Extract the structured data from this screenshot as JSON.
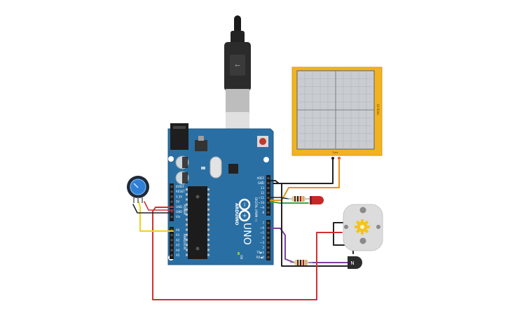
{
  "board": {
    "brand": "ARDUINO",
    "model": "UNO",
    "power_header_title": "POWER",
    "analog_header_title": "ANALOG IN",
    "digital_header_title": "DIGITAL (PWM ~)",
    "on_label": "ON",
    "power_pins": [
      "IOREF",
      "RESET",
      "3.3V",
      "5V",
      "GND",
      "GND",
      "Vin"
    ],
    "analog_pins": [
      "A0",
      "A1",
      "A2",
      "A3",
      "A4",
      "A5"
    ],
    "digital_top_pins": [
      "AREF",
      "GND",
      "13",
      "12",
      "~11",
      "~10",
      "~9",
      "8"
    ],
    "digital_bottom_pins": [
      "7",
      "~6",
      "~5",
      "4",
      "~3",
      "2",
      "TX▶1",
      "RX◀0"
    ]
  },
  "oscilloscope": {
    "side_label": "10 V/div",
    "bottom_label": "T/div"
  },
  "transistor": {
    "label": "N"
  },
  "colors": {
    "board": "#2a6fa3",
    "board_edge": "#1f5a87",
    "header": "#1b1b1b",
    "wire_red": "#d32f2f",
    "wire_black": "#222222",
    "wire_yellow": "#f2d11a",
    "wire_orange": "#e8901a",
    "wire_green": "#43a047",
    "wire_purple": "#7b3fa0",
    "scope_frame": "#f2b320",
    "scope_screen": "#c9cdd1",
    "led": "#c62828",
    "motor_body": "#dcdcdc",
    "motor_gear": "#f4c31f"
  }
}
